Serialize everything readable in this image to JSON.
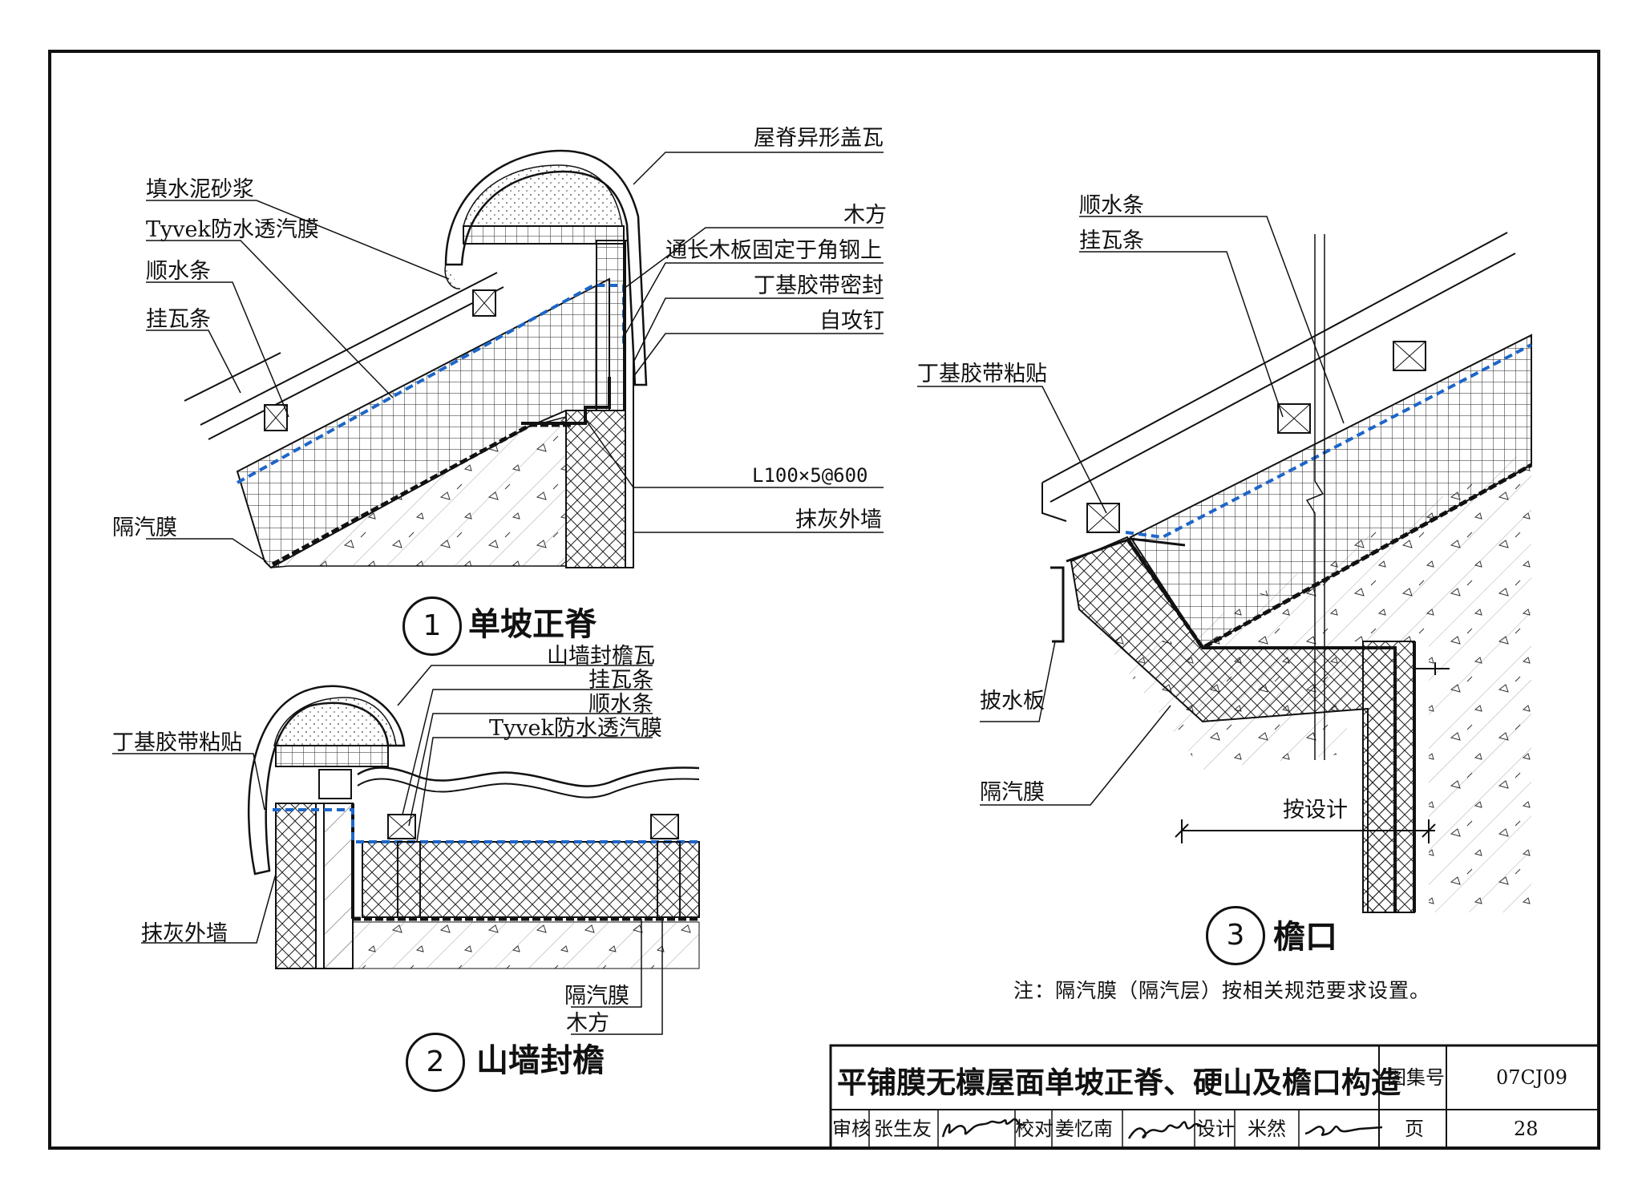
{
  "colors": {
    "membrane": "#1d66c8",
    "ink": "#111111"
  },
  "detail1": {
    "number": "1",
    "caption": "单坡正脊",
    "labels": {
      "ridge_tile": "屋脊异形盖瓦",
      "mortar": "填水泥砂浆",
      "tyvek": "Tyvek防水透汽膜",
      "counter_batten": "顺水条",
      "tile_batten": "挂瓦条",
      "timber": "木方",
      "board": "通长木板固定于角钢上",
      "butyl_seal": "丁基胶带密封",
      "screw": "自攻钉",
      "angle": "L100×5@600",
      "wall": "抹灰外墙",
      "vapor": "隔汽膜"
    }
  },
  "detail2": {
    "number": "2",
    "caption": "山墙封檐",
    "labels": {
      "verge_tile": "山墙封檐瓦",
      "tile_batten": "挂瓦条",
      "counter_batten": "顺水条",
      "tyvek": "Tyvek防水透汽膜",
      "butyl_tape": "丁基胶带粘贴",
      "wall": "抹灰外墙",
      "vapor": "隔汽膜",
      "timber": "木方"
    }
  },
  "detail3": {
    "number": "3",
    "caption": "檐口",
    "labels": {
      "counter_batten": "顺水条",
      "tile_batten": "挂瓦条",
      "butyl_tape": "丁基胶带粘贴",
      "flashing": "披水板",
      "vapor": "隔汽膜",
      "by_design": "按设计"
    }
  },
  "note": "注：隔汽膜（隔汽层）按相关规范要求设置。",
  "title_block": {
    "title": "平铺膜无檩屋面单坡正脊、硬山及檐口构造",
    "atlas_label": "图集号",
    "atlas_no": "07CJ09",
    "review_label": "审核",
    "reviewer": "张生友",
    "check_label": "校对",
    "checker": "姜忆南",
    "design_label": "设计",
    "designer": "米然",
    "page_label": "页",
    "page_no": "28"
  }
}
